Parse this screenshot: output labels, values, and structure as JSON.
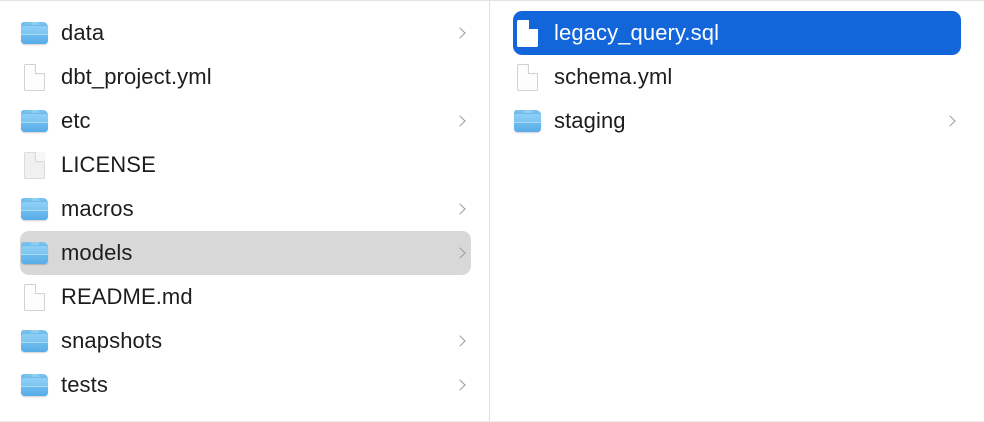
{
  "view": {
    "kind": "file-browser-column-view",
    "background": "#ffffff",
    "divider_color": "#e0e0e0",
    "text_color": "#1d1d1f",
    "selection_active_color": "#1266da",
    "selection_inactive_color": "#d8d8d8",
    "chevron_color": "#9a9a9a"
  },
  "columns": [
    {
      "name": "project-root-column",
      "items": [
        {
          "label": "data",
          "icon": "folder-icon",
          "type": "folder",
          "disclosure": true,
          "selected": false,
          "selection_state": "none"
        },
        {
          "label": "dbt_project.yml",
          "icon": "file-icon",
          "type": "file",
          "disclosure": false,
          "selected": false,
          "selection_state": "none"
        },
        {
          "label": "etc",
          "icon": "folder-icon",
          "type": "folder",
          "disclosure": true,
          "selected": false,
          "selection_state": "none"
        },
        {
          "label": "LICENSE",
          "icon": "file-plain-icon",
          "type": "file",
          "disclosure": false,
          "selected": false,
          "selection_state": "none"
        },
        {
          "label": "macros",
          "icon": "folder-icon",
          "type": "folder",
          "disclosure": true,
          "selected": false,
          "selection_state": "none"
        },
        {
          "label": "models",
          "icon": "folder-icon",
          "type": "folder",
          "disclosure": true,
          "selected": true,
          "selection_state": "inactive"
        },
        {
          "label": "README.md",
          "icon": "file-icon",
          "type": "file",
          "disclosure": false,
          "selected": false,
          "selection_state": "none"
        },
        {
          "label": "snapshots",
          "icon": "folder-icon",
          "type": "folder",
          "disclosure": true,
          "selected": false,
          "selection_state": "none"
        },
        {
          "label": "tests",
          "icon": "folder-icon",
          "type": "folder",
          "disclosure": true,
          "selected": false,
          "selection_state": "none"
        }
      ]
    },
    {
      "name": "models-column",
      "items": [
        {
          "label": "legacy_query.sql",
          "icon": "file-icon",
          "type": "file",
          "disclosure": false,
          "selected": true,
          "selection_state": "active"
        },
        {
          "label": "schema.yml",
          "icon": "file-icon",
          "type": "file",
          "disclosure": false,
          "selected": false,
          "selection_state": "none"
        },
        {
          "label": "staging",
          "icon": "folder-icon",
          "type": "folder",
          "disclosure": true,
          "selected": false,
          "selection_state": "none"
        }
      ]
    }
  ]
}
